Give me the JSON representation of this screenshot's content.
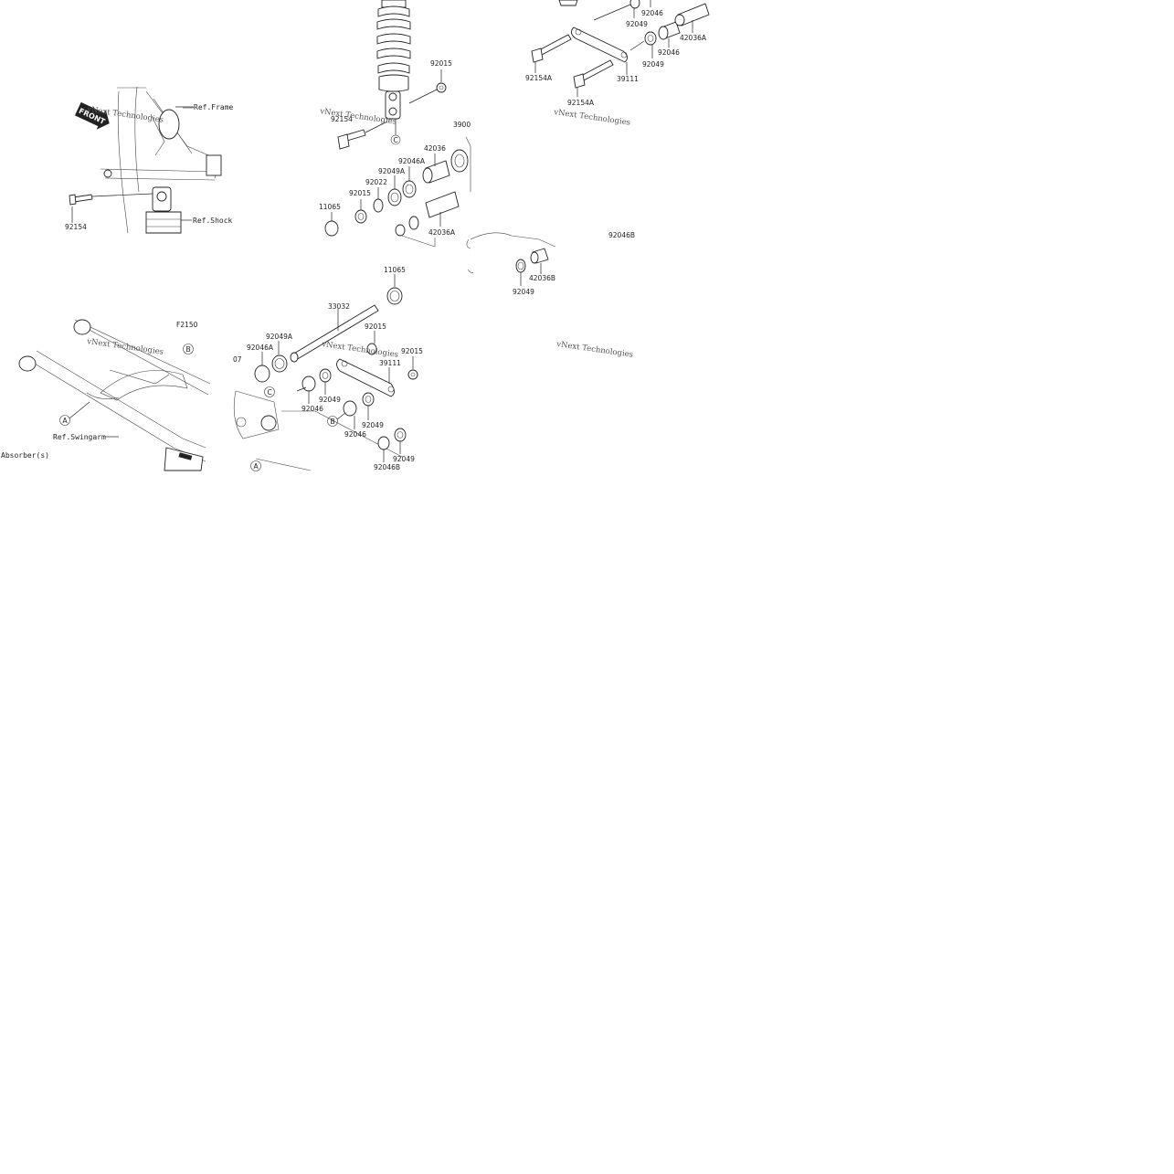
{
  "diagram": {
    "code": "F2150",
    "front_label": "FRONT",
    "refs": {
      "frame": "Ref.Frame",
      "shock": "Ref.Shock",
      "shock_cont": "Absorber(s)",
      "swingarm": "Ref.Swingarm"
    },
    "callouts": {
      "a": "A",
      "b": "B",
      "c": "C"
    },
    "watermark": "vNext Technologies",
    "parts": {
      "p92154_left": "92154",
      "p92015_top": "92015",
      "p92154_mid": "92154",
      "p42036": "42036",
      "p92046A_1": "92046A",
      "p92049A_1": "92049A",
      "p92022": "92022",
      "p92015_mid": "92015",
      "p11065_1": "11065",
      "p42036A_mid": "42036A",
      "p3900": "3900",
      "p92046_tr1": "92046",
      "p92049_tr1": "92049",
      "p92154A_1": "92154A",
      "p39111_tr": "39111",
      "p92049_tr2": "92049",
      "p92046_tr2": "92046",
      "p42036A_tr": "42036A",
      "p92154A_2": "92154A",
      "p92049_r": "92049",
      "p42036B": "42036B",
      "p92046B_r": "92046B",
      "p11065_2": "11065",
      "p33032": "33032",
      "p92015_b1": "92015",
      "p92049A_2": "92049A",
      "p92046A_2": "92046A",
      "p07": "07",
      "p92015_b2": "92015",
      "p39111_b": "39111",
      "p92049_b1": "92049",
      "p92046_b1": "92046",
      "p92049_b2": "92049",
      "p92046_b2": "92046",
      "p92049_b3": "92049",
      "p92046B_b": "92046B"
    }
  }
}
